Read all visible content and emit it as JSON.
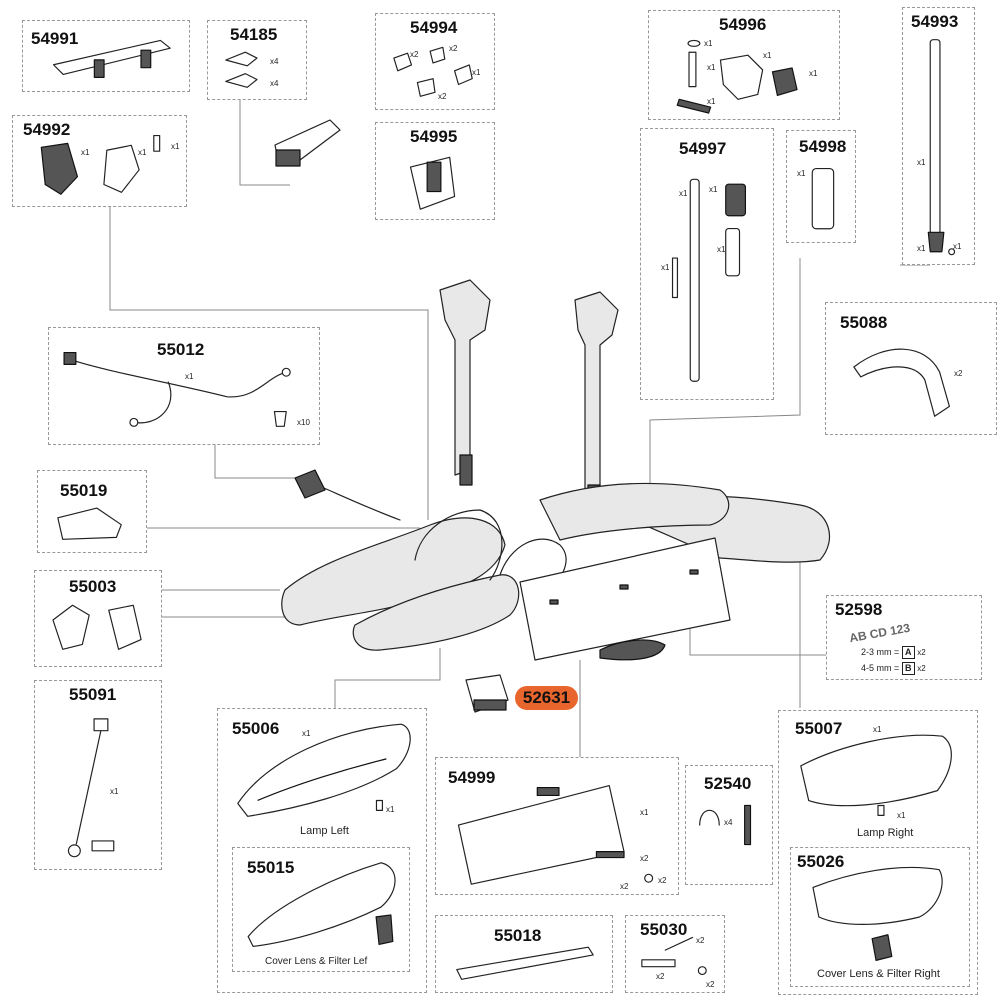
{
  "diagram": {
    "highlight_color": "#e8662d",
    "parts": [
      {
        "id": "54991",
        "qty": []
      },
      {
        "id": "54185",
        "qty": [
          "x4",
          "x4"
        ]
      },
      {
        "id": "54994",
        "qty": [
          "x2",
          "x2",
          "x1",
          "x2"
        ]
      },
      {
        "id": "54996",
        "qty": [
          "x1",
          "x1",
          "x1",
          "x1",
          "x1"
        ]
      },
      {
        "id": "54993",
        "qty": [
          "x1",
          "x1",
          "x1"
        ]
      },
      {
        "id": "54992",
        "qty": [
          "x1",
          "x1",
          "x1"
        ]
      },
      {
        "id": "54995",
        "qty": []
      },
      {
        "id": "54997",
        "qty": [
          "x1",
          "x1",
          "x1",
          "x1"
        ]
      },
      {
        "id": "54998",
        "qty": [
          "x1"
        ]
      },
      {
        "id": "55012",
        "qty": [
          "x1",
          "x10"
        ]
      },
      {
        "id": "55088",
        "qty": [
          "x2"
        ]
      },
      {
        "id": "55019",
        "qty": []
      },
      {
        "id": "55003",
        "qty": []
      },
      {
        "id": "52598",
        "qty": [
          "x2",
          "x2"
        ]
      },
      {
        "id": "55091",
        "qty": [
          "x1"
        ]
      },
      {
        "id": "55006",
        "qty": [
          "x1",
          "x1"
        ],
        "caption": "Lamp Left"
      },
      {
        "id": "55015",
        "qty": [],
        "caption": "Cover Lens & Filter Lef"
      },
      {
        "id": "54999",
        "qty": [
          "x1",
          "x2",
          "x2",
          "x2"
        ]
      },
      {
        "id": "52540",
        "qty": [
          "x4"
        ]
      },
      {
        "id": "55007",
        "qty": [
          "x1",
          "x1"
        ],
        "caption": "Lamp Right"
      },
      {
        "id": "55026",
        "qty": [],
        "caption": "Cover Lens & Filter Right"
      },
      {
        "id": "55018",
        "qty": []
      },
      {
        "id": "55030",
        "qty": [
          "x2",
          "x2",
          "x2"
        ]
      }
    ],
    "highlighted_part": "52631",
    "plate_label": "AB CD 123",
    "spacer_rows": [
      {
        "range": "2-3 mm =",
        "key": "A",
        "qty": "x2"
      },
      {
        "range": "4-5 mm =",
        "key": "B",
        "qty": "x2"
      }
    ]
  }
}
